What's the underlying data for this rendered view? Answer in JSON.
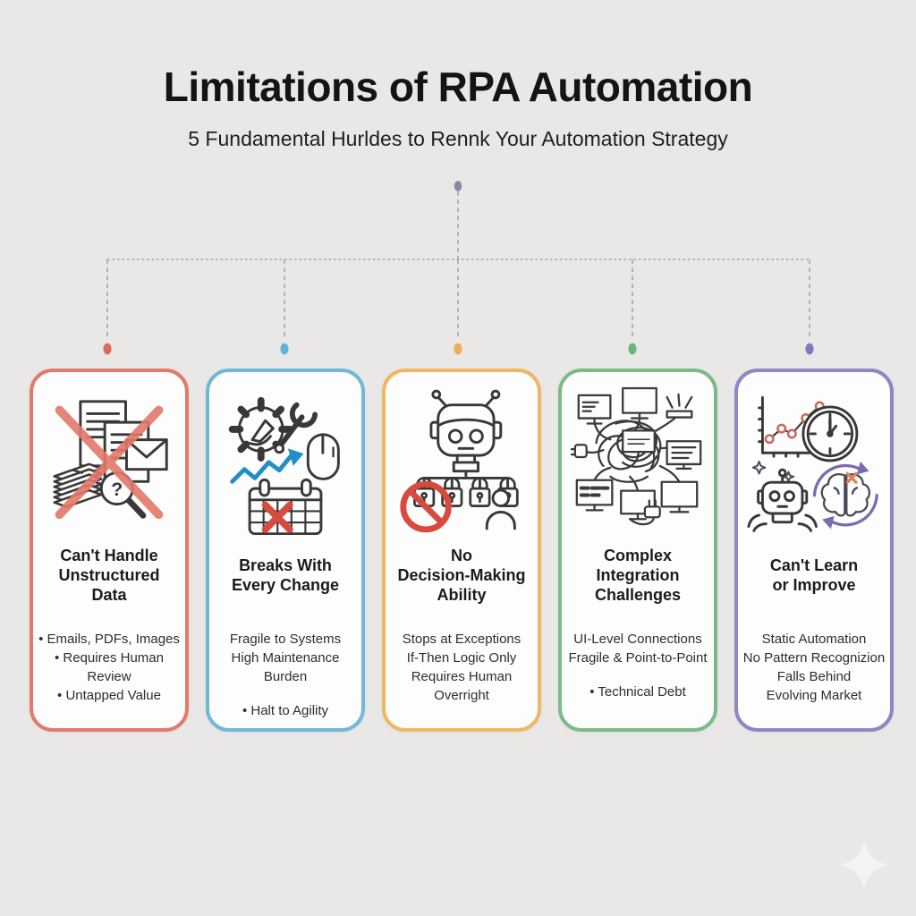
{
  "page": {
    "background_color": "#e9e8e7",
    "title": "Limitations of RPA Automation",
    "subtitle": "5 Fundamental Hurldes to Rennk Your Automation Strategy"
  },
  "connector": {
    "root_dot_color": "#8a86a6",
    "line_color": "#a3a3a3"
  },
  "cards": [
    {
      "icon": "crossed-documents-icon",
      "accent_color": "#e2796a",
      "dot_color": "#dd6a5e",
      "title_lines": [
        "Can't Handle",
        "Unstructured",
        "Data"
      ],
      "bullets": [
        "• Emails, PDFs, Images",
        "• Requires Human Review",
        "• Untapped Value"
      ]
    },
    {
      "icon": "breaking-maintenance-icon",
      "accent_color": "#6fb8d6",
      "dot_color": "#5fb3d6",
      "title_lines": [
        "Breaks With",
        "Every Change"
      ],
      "bullets": [
        "Fragile to Systems",
        "High Maintenance Burden",
        "",
        "• Halt to Agility"
      ]
    },
    {
      "icon": "robot-locks-icon",
      "accent_color": "#efb763",
      "dot_color": "#eead55",
      "title_lines": [
        "No",
        "Decision-Making",
        "Ability"
      ],
      "bullets": [
        "Stops at Exceptions",
        "If-Then Logic Only",
        "Requires Human Overright"
      ]
    },
    {
      "icon": "tangled-wires-icon",
      "accent_color": "#7cba8a",
      "dot_color": "#6cb384",
      "title_lines": [
        "Complex",
        "Integration",
        "Challenges"
      ],
      "bullets": [
        "UI-Level Connections",
        "Fragile & Point-to-Point",
        "",
        "• Technical Debt"
      ]
    },
    {
      "icon": "no-learning-icon",
      "accent_color": "#9185c2",
      "dot_color": "#8278c0",
      "title_lines": [
        "Can't Learn",
        "or Improve"
      ],
      "bullets": [
        "Static Automation",
        "No Pattern Recognizion",
        "Falls Behind",
        "Evolving Market"
      ]
    }
  ],
  "decoration": {
    "sparkle_color": "#f5f4f2"
  }
}
